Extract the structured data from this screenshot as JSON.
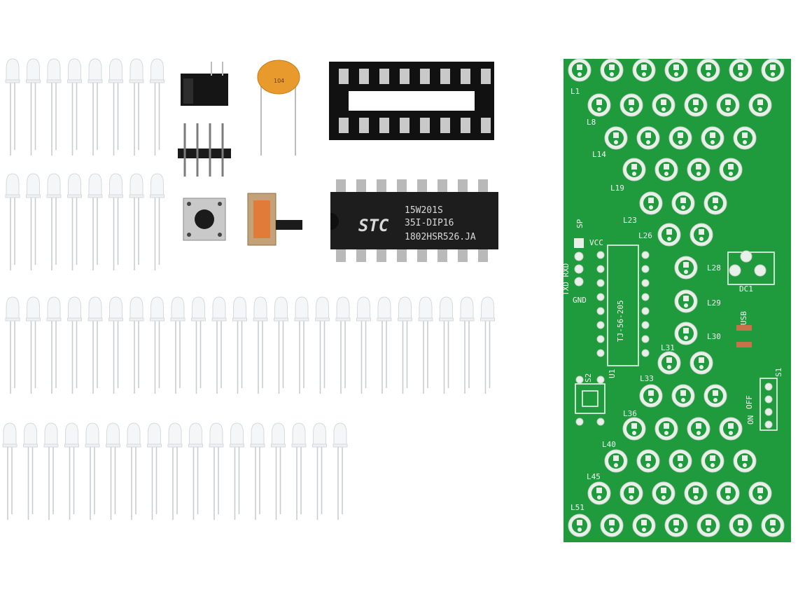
{
  "ic": {
    "brand": "STC",
    "line1": "15W201S",
    "line2": "35I-DIP16",
    "line3": "1802HSR526.JA"
  },
  "capacitor": {
    "label": "104"
  },
  "pcb": {
    "labels": {
      "l1": "L1",
      "l8": "L8",
      "l14": "L14",
      "l19": "L19",
      "l23": "L23",
      "l26": "L26",
      "l28": "L28",
      "l29": "L29",
      "l30": "L30",
      "l31": "L31",
      "l33": "L33",
      "l36": "L36",
      "l40": "L40",
      "l45": "L45",
      "l51": "L51",
      "sp": "SP",
      "vcc": "VCC",
      "txd_rxd": "TXD RXD",
      "gnd": "GND",
      "ic_ref": "TJ-56-205",
      "u1": "U1",
      "dc1": "DC1",
      "usb": "USB",
      "s1": "S1",
      "s2": "S2",
      "off": "OFF",
      "on": "ON"
    }
  }
}
